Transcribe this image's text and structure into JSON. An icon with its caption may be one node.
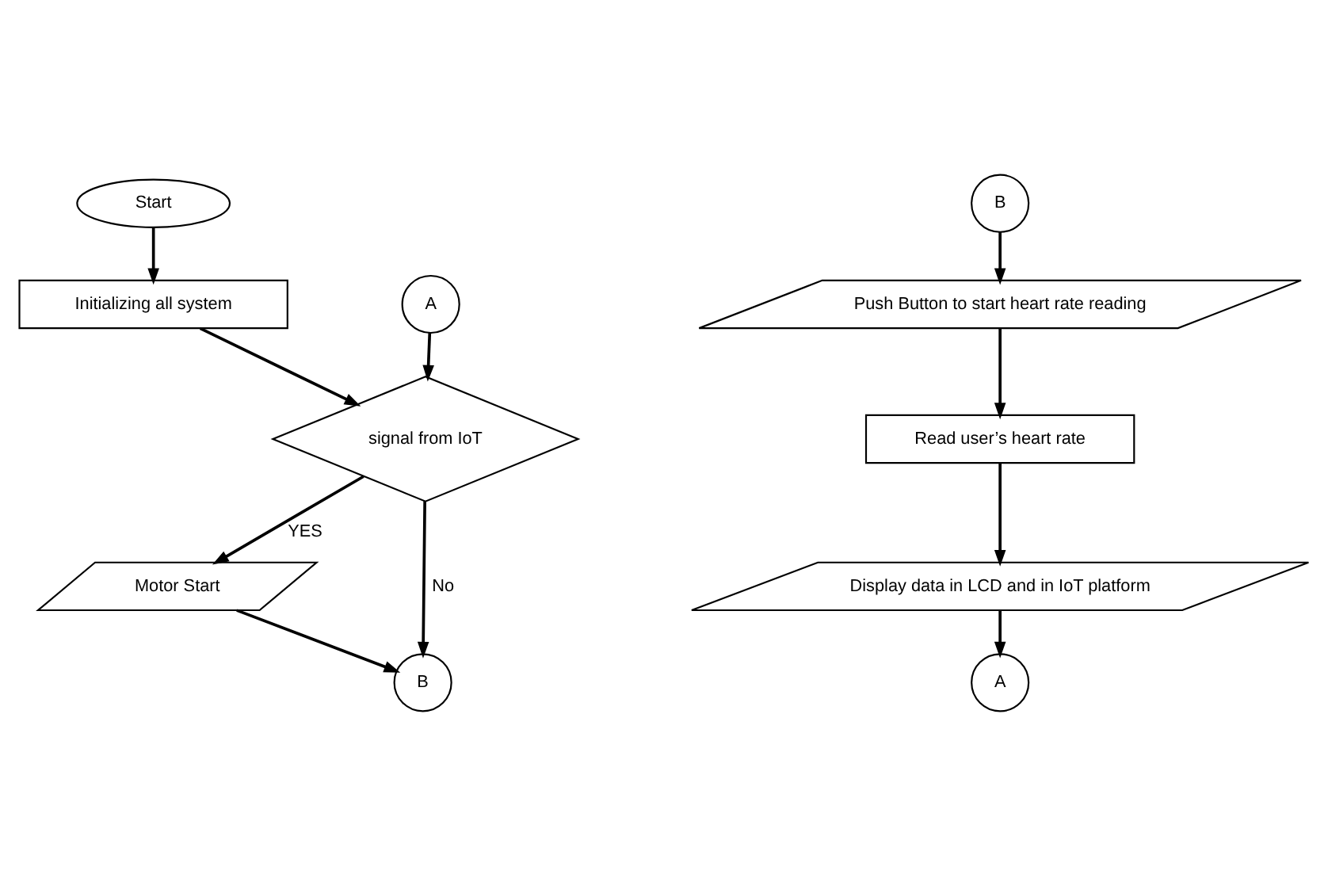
{
  "diagram": {
    "nodes": [
      {
        "text": [
          "Start"
        ]
      },
      {
        "text": [
          "Initializing all system"
        ]
      },
      {
        "text": [
          "A"
        ]
      },
      {
        "text": [
          "signal from IoT"
        ]
      },
      {
        "text": [
          "Motor Start"
        ]
      },
      {
        "text": [
          "B"
        ]
      },
      {
        "text": [
          "B"
        ]
      },
      {
        "text": [
          "Push Button to start heart rate reading"
        ]
      },
      {
        "text": [
          "Read user’s heart rate"
        ]
      },
      {
        "text": [
          "Display data in LCD and in IoT platform"
        ]
      },
      {
        "text": [
          "A"
        ]
      }
    ],
    "edges": [
      {
        "from": 0,
        "to": 1,
        "arrow": "to"
      },
      {
        "from": 1,
        "to": 3,
        "arrow": "to"
      },
      {
        "from": 2,
        "to": 3,
        "arrow": "to"
      },
      {
        "from": 3,
        "to": 4,
        "arrow": "to",
        "label": "YES"
      },
      {
        "from": 3,
        "to": 5,
        "arrow": "to",
        "label": "No"
      },
      {
        "from": 4,
        "to": 5,
        "arrow": "to"
      },
      {
        "from": 6,
        "to": 7,
        "arrow": "to"
      },
      {
        "from": 7,
        "to": 8,
        "arrow": "to"
      },
      {
        "from": 8,
        "to": 9,
        "arrow": "to"
      },
      {
        "from": 9,
        "to": 10,
        "arrow": "to"
      }
    ]
  }
}
